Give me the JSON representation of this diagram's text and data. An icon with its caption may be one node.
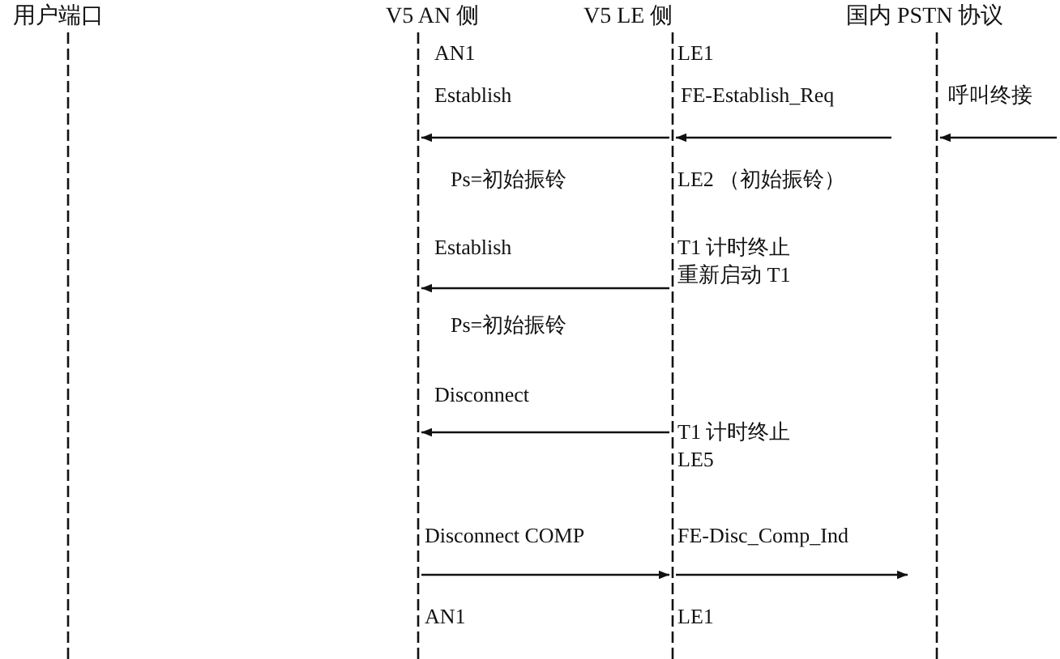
{
  "diagram": {
    "nodes": [
      {
        "text": [
          "用户端口"
        ]
      },
      {
        "text": [
          "V5 AN 侧"
        ]
      },
      {
        "text": [
          "V5 LE 侧"
        ]
      },
      {
        "text": [
          "国内 PSTN 协议"
        ]
      }
    ],
    "edges": [
      {
        "from": 2,
        "to": 1,
        "arrow": "to",
        "label": "Establish"
      },
      {
        "from": 3,
        "to": 2,
        "arrow": "to",
        "label": "FE-Establish_Req"
      },
      {
        "from": null,
        "to": 3,
        "arrow": "to",
        "label": "呼叫终接"
      },
      {
        "from": 2,
        "to": 1,
        "arrow": "to",
        "label": "Establish"
      },
      {
        "from": 2,
        "to": 1,
        "arrow": "to",
        "label": "Disconnect"
      },
      {
        "from": 1,
        "to": 2,
        "arrow": "to",
        "label": "Disconnect COMP"
      },
      {
        "from": 2,
        "to": 3,
        "arrow": "to",
        "label": "FE-Disc_Comp_Ind"
      }
    ],
    "labels": [
      "AN1",
      "LE1",
      "Ps=初始振铃",
      "LE2 （初始振铃）",
      "T1 计时终止重新启动 T1",
      "Ps=初始振铃",
      "T1 计时终止 LE5",
      "AN1",
      "LE1"
    ]
  }
}
